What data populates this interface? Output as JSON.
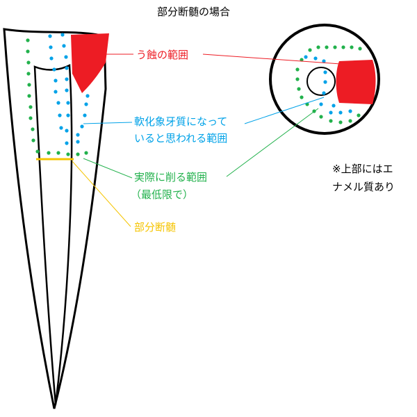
{
  "title": "部分断髄の場合",
  "labels": {
    "caries": "う蝕の範囲",
    "softened_line1": "軟化象牙質になって",
    "softened_line2": "いると思われる範囲",
    "removal_line1": "実際に削る範囲",
    "removal_line2": "（最低限で）",
    "pulpotomy": "部分断髄",
    "note_line1": "※上部にはエ",
    "note_line2": "ナメル質あり"
  },
  "colors": {
    "outline": "#000000",
    "caries": "#ed1c24",
    "softened": "#00a2e8",
    "removal": "#22b14c",
    "pulpotomy": "#f5c400"
  }
}
